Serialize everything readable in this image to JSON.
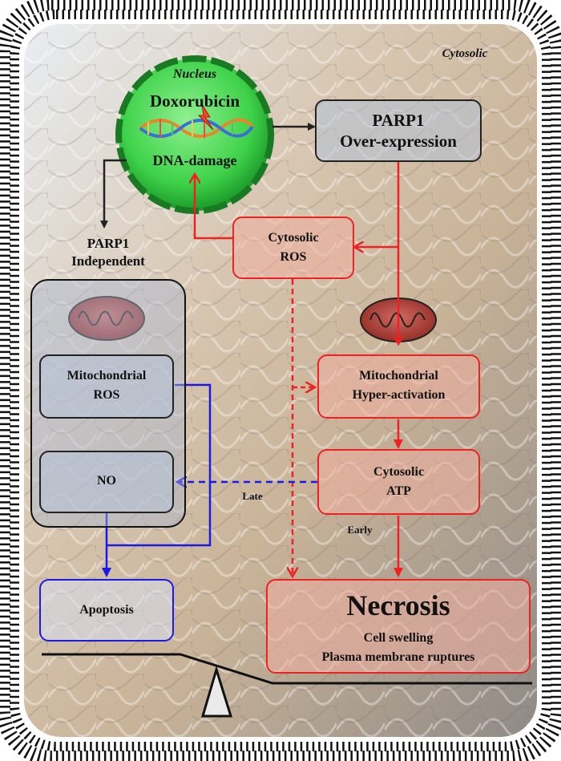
{
  "compartments": {
    "cytosol_label": "Cytosolic",
    "nucleus_label": "Nucleus"
  },
  "nucleus": {
    "drug": "Doxorubicin",
    "damage": "DNA-damage"
  },
  "parp1_overexpression": {
    "line1": "PARP1",
    "line2": "Over-expression"
  },
  "parp1_independent": {
    "line1": "PARP1",
    "line2": "Independent"
  },
  "cytosolic_ros": {
    "line1": "Cytosolic",
    "line2": "ROS"
  },
  "mito_ros": {
    "line1": "Mitochondrial",
    "line2": "ROS"
  },
  "no_box": {
    "label": "NO"
  },
  "mito_hyper": {
    "line1": "Mitochondrial",
    "line2": "Hyper-activation"
  },
  "cyto_atp": {
    "line1": "Cytosolic",
    "line2": "ATP"
  },
  "apoptosis": {
    "label": "Apoptosis"
  },
  "necrosis": {
    "title": "Necrosis",
    "line1": "Cell swelling",
    "line2": "Plasma membrane  ruptures"
  },
  "edge_labels": {
    "late": "Late",
    "early": "Early"
  },
  "colors": {
    "red_pathway": "#ee2222",
    "blue_pathway": "#1a1ae6",
    "black_pathway": "#222222",
    "nucleus_fill": "#3fd24a",
    "mitochondria_fill": "#b03a32"
  }
}
